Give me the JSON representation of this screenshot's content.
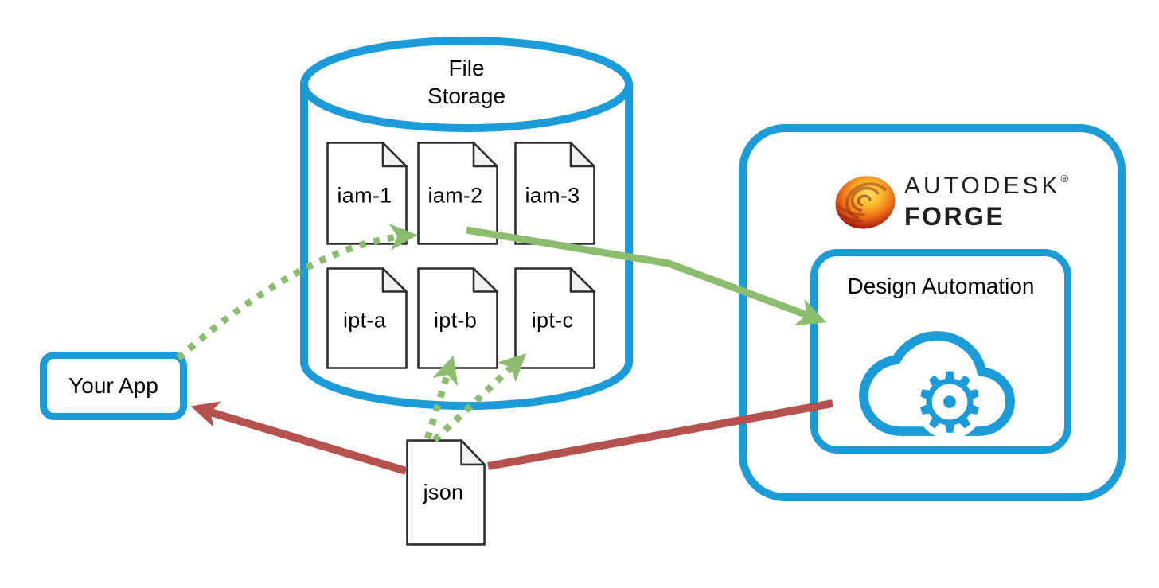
{
  "colors": {
    "accent_blue": "#1b9bd8",
    "arrow_green": "#8cbc6e",
    "arrow_red": "#b5524e",
    "file_outline": "#2e2e2e",
    "file_fold": "#f2f2f2",
    "logo_orange": "#ed7117",
    "logo_dark_red": "#8c1b12",
    "text": "#000000"
  },
  "storage": {
    "title_line1": "File",
    "title_line2": "Storage",
    "files": [
      "iam-1",
      "iam-2",
      "iam-3",
      "ipt-a",
      "ipt-b",
      "ipt-c"
    ]
  },
  "your_app": {
    "label": "Your App"
  },
  "forge": {
    "brand": "AUTODESK",
    "registered_mark": "®",
    "product": "FORGE",
    "design_automation": {
      "label": "Design Automation",
      "gear_glyph": "⚙"
    }
  },
  "json_file": {
    "label": "json"
  },
  "arrows": {
    "app_to_iam2": "green-dotted",
    "json_to_ipt_b": "green-dotted",
    "json_to_ipt_c": "green-dotted",
    "storage_to_design_automation": "green-solid",
    "design_automation_to_app_via_json": "red-solid"
  }
}
